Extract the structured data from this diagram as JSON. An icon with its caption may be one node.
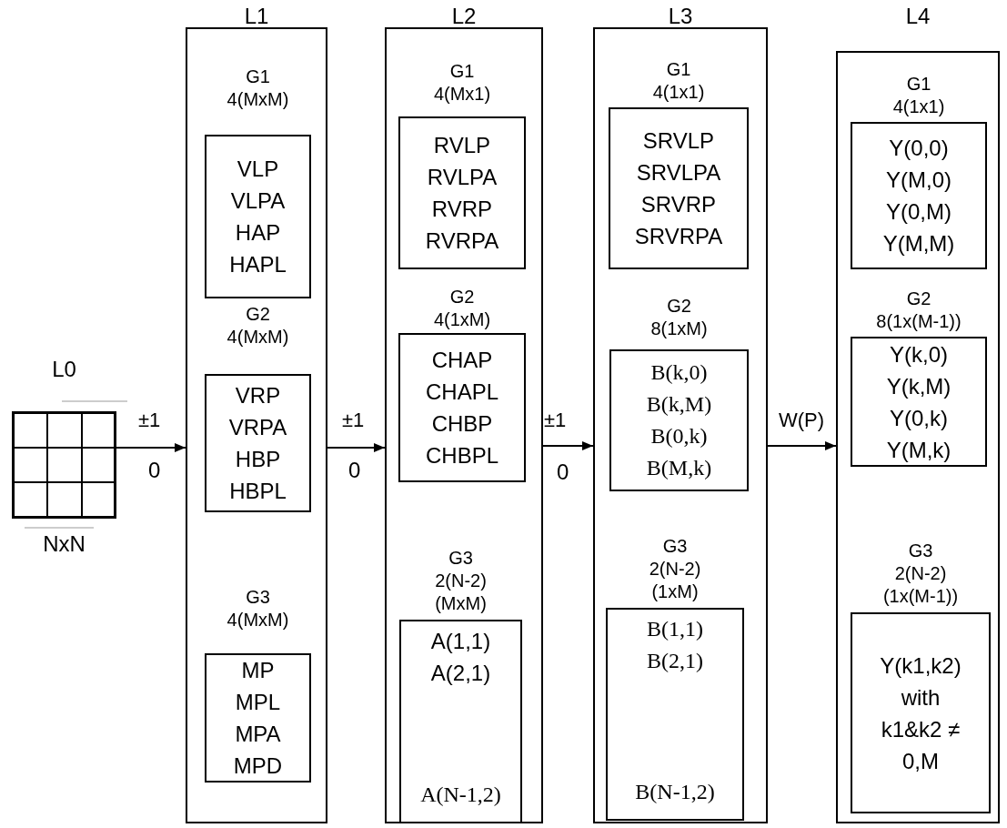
{
  "diagram": {
    "nodes": [
      {
        "text": [
          "L0",
          "NxN"
        ]
      },
      {
        "text": [
          "L1"
        ]
      },
      {
        "text": [
          "G1 4(MxM)",
          "VLP VLPA HAP HAPL"
        ],
        "in": 1
      },
      {
        "text": [
          "G2 4(MxM)",
          "VRP VRPA HBP HBPL"
        ],
        "in": 1
      },
      {
        "text": [
          "G3 4(MxM)",
          "MP MPL MPA MPD"
        ],
        "in": 1
      },
      {
        "text": [
          "L2"
        ]
      },
      {
        "text": [
          "G1 4(Mx1)",
          "RVLP RVLPA RVRP RVRPA"
        ],
        "in": 5
      },
      {
        "text": [
          "G2 4(1xM)",
          "CHAP CHAPL CHBP CHBPL"
        ],
        "in": 5
      },
      {
        "text": [
          "G3 2(N-2) (MxM)",
          "A(1,1) A(2,1)",
          "A(N-1,2)"
        ],
        "in": 5
      },
      {
        "text": [
          "L3"
        ]
      },
      {
        "text": [
          "G1 4(1x1)",
          "SRVLP SRVLPA SRVRP SRVRPA"
        ],
        "in": 9
      },
      {
        "text": [
          "G2 8(1xM)",
          "B(k,0) B(k,M) B(0,k) B(M,k)"
        ],
        "in": 9
      },
      {
        "text": [
          "G3 2(N-2) (1xM)",
          "B(1,1) B(2,1)",
          "B(N-1,2)"
        ],
        "in": 9
      },
      {
        "text": [
          "L4"
        ]
      },
      {
        "text": [
          "G1 4(1x1)",
          "Y(0,0) Y(M,0) Y(0,M) Y(M,M)"
        ],
        "in": 13
      },
      {
        "text": [
          "G2 8(1x(M-1))",
          "Y(k,0) Y(k,M) Y(0,k) Y(M,k)"
        ],
        "in": 13
      },
      {
        "text": [
          "G3 2(N-2) (1x(M-1))",
          "Y(k1,k2) with k1&k2 ≠ 0,M"
        ],
        "in": 13
      }
    ],
    "edges": [
      {
        "from": 0,
        "to": 1,
        "arrow": "to",
        "label": "±1"
      },
      {
        "from": 1,
        "to": 5,
        "arrow": "to",
        "label": "±1"
      },
      {
        "from": 5,
        "to": 9,
        "arrow": "to",
        "label": "±1"
      },
      {
        "from": 9,
        "to": 13,
        "arrow": "to",
        "label": "W(P)"
      }
    ],
    "labels": [
      "0",
      "0",
      "0"
    ]
  }
}
